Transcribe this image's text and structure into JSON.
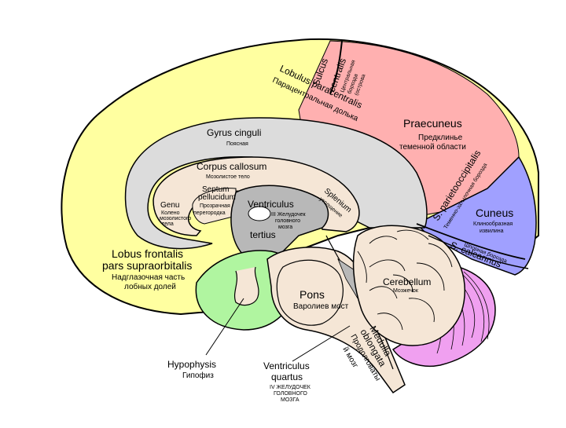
{
  "colors": {
    "frontal": "#ffffa0",
    "paracentral": "#ffb0b0",
    "praecuneus": "#ffb0b0",
    "cuneus": "#a0a0ff",
    "cingulate": "#dcdcdc",
    "callosum": "#f5e6d6",
    "ventricle": "#b8b8b8",
    "hypophysis_region": "#b0f5a0",
    "brainstem": "#f5e6d6",
    "cerebellum": "#f5e6d6",
    "occipital_lower": "#f0a0f0",
    "outline": "#000000"
  },
  "labels": {
    "sulcus": "Sulcus",
    "centralis": "centralis",
    "central_ru_1": "Центральная",
    "central_ru_2": "борозда",
    "central_ru_3": "(острова",
    "lobulus_1": "Lobulus paracentralis",
    "lobulus_ru": "Парацентральная долька",
    "praecuneus": "Praecuneus",
    "praecuneus_ru_1": "Предклинье",
    "praecuneus_ru_2": "теменной области",
    "gyrus": "Gyrus cinguli",
    "gyrus_ru": "Поясная",
    "corpus": "Corpus callosum",
    "corpus_ru": "Мозолистое тело",
    "septum_1": "Septum",
    "septum_2": "pellucidum",
    "septum_ru_1": "Прозрачная",
    "septum_ru_2": "перегородка",
    "genu": "Genu",
    "genu_ru_1": "Колено",
    "genu_ru_2": "мозолистого",
    "genu_ru_3": "тела",
    "ventriculus": "Ventriculus",
    "tertius": "tertius",
    "ventr_ru_1": "III Желудочек",
    "ventr_ru_2": "головного",
    "ventr_ru_3": "мозга",
    "splenium": "Splenium",
    "splenium_ru": "утолщение",
    "parieto": "S. parietooccipitalis",
    "parieto_ru": "Теменно-затылочная борозда",
    "cuneus": "Cuneus",
    "cuneus_ru_1": "Клинообразная",
    "cuneus_ru_2": "извилина",
    "calcarinus_ru": "Шпорная борозда",
    "calcarinus": "S. calcarinus",
    "frontalis_1": "Lobus frontalis",
    "frontalis_2": "pars supraorbitalis",
    "frontalis_ru_1": "Надглазочная часть",
    "frontalis_ru_2": "лобных долей",
    "cerebellum": "Cerebellum",
    "cerebellum_ru": "Мозжечок",
    "pons": "Pons",
    "pons_ru": "Варолиев мост",
    "medulla_1": "Medulla",
    "medulla_2": "oblongata",
    "medulla_ru_1": "Продолговаты",
    "medulla_ru_2": "й мозг",
    "hypophysis": "Hypophysis",
    "hypophysis_ru": "Гипофиз",
    "quartus_1": "Ventriculus",
    "quartus_2": "quartus",
    "quartus_ru_1": "IV ЖЕЛУДОЧЕК",
    "quartus_ru_2": "ГОЛОВНОГО",
    "quartus_ru_3": "МОЗГА"
  }
}
